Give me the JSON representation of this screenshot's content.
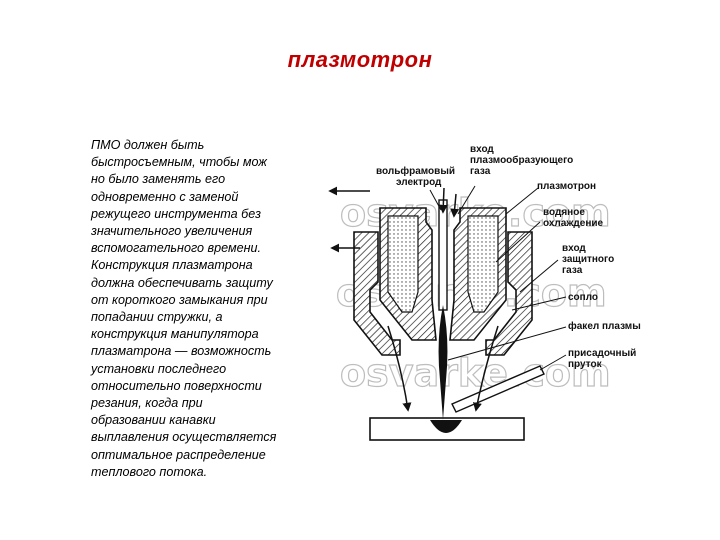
{
  "title": "плазмотрон",
  "description_lines": [
    "ПМО должен быть",
    "быстросъемным, чтобы мож",
    "но было заменять его",
    "одновременно с заменой",
    "режущего инструмента без",
    "значительного увеличения",
    "вспомогательного времени.",
    "Конструкция плазматрона",
    "должна обеспечивать защиту",
    "от короткого замыкания при",
    "попадании стружки, а",
    "конструкция манипулятора",
    "плазматрона — возможность",
    "установки последнего",
    "относительно поверхности",
    "резания, когда при",
    "образовании канавки",
    "выплавления осуществляется",
    "оптимальное распределение",
    "теплового потока."
  ],
  "diagram": {
    "labels": {
      "tungsten_electrode": [
        "вольфрамовый",
        "электрод"
      ],
      "plasma_gas_inlet": [
        "вход",
        "плазмообразующего",
        "газа"
      ],
      "plasmatron": "плазмотрон",
      "water_cooling": [
        "водяное",
        "охлаждение"
      ],
      "shield_gas_inlet": [
        "вход",
        "защитного",
        "газа"
      ],
      "nozzle": "сопло",
      "plasma_torch": "факел плазмы",
      "filler_rod": [
        "присадочный",
        "пруток"
      ]
    },
    "watermark": "osvarke.com"
  }
}
